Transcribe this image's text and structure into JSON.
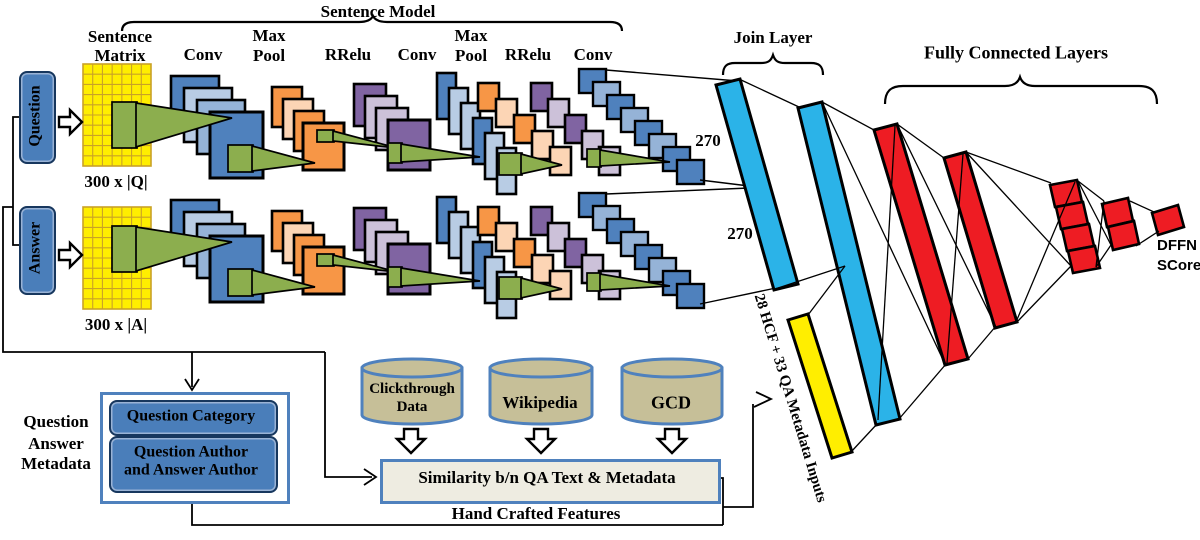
{
  "diagram": {
    "titles": {
      "sentence_model": "Sentence Model",
      "join_layer": "Join Layer",
      "fully_connected_layers": "Fully Connected Layers"
    },
    "inputs": {
      "question": "Question",
      "answer": "Answer"
    },
    "sentence_matrix": {
      "line1": "Sentence",
      "line2": "Matrix",
      "question_dim": "300 x |Q|",
      "answer_dim": "300 x |A|"
    },
    "layers": {
      "conv1": "Conv",
      "max_pool1_line1": "Max",
      "max_pool1_line2": "Pool",
      "rrelu1": "RRelu",
      "conv2": "Conv",
      "max_pool2_line1": "Max",
      "max_pool2_line2": "Pool",
      "rrelu2": "RRelu",
      "conv3": "Conv"
    },
    "join": {
      "question_units": "270",
      "answer_units": "270"
    },
    "hcf_bar": "28 HCF + 33 QA Metadata Inputs",
    "output": {
      "line1": "DFFN",
      "line2": "SCore"
    },
    "metadata_panel": {
      "label_line1": "Question",
      "label_line2": "Answer",
      "label_line3": "Metadata",
      "category": "Question Category",
      "author_line1": "Question Author",
      "author_line2": "and Answer Author"
    },
    "knowledge_sources": {
      "clickthrough_line1": "Clickthrough",
      "clickthrough_line2": "Data",
      "wikipedia": "Wikipedia",
      "gcd": "GCD"
    },
    "similarity": "Similarity b/n QA Text & Metadata",
    "hand_crafted": "Hand Crafted Features",
    "colors": {
      "steel_blue": "#4f81bd",
      "light_blue": "#b8cce4",
      "mid_blue": "#95b3d7",
      "orange": "#f79646",
      "light_orange": "#fcd5b5",
      "purple": "#8064a2",
      "light_purple": "#ccc1d9",
      "green": "#8cae4e",
      "cyan": "#2bb3e8",
      "red": "#ee1c23",
      "yellow": "#ffee00",
      "matrix_grid": "#c9a227",
      "tan": "#c6bf98",
      "beige": "#eeece1",
      "box_blue": "#4a7eba",
      "border_navy": "#17375e"
    }
  }
}
